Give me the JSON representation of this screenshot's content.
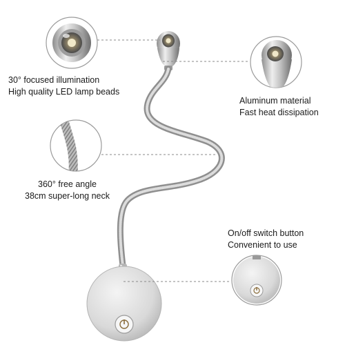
{
  "callouts": {
    "led_head": {
      "line1": "30° focused illumination",
      "line2": "High quality LED lamp beads"
    },
    "material": {
      "line1": "Aluminum material",
      "line2": "Fast heat dissipation"
    },
    "neck": {
      "line1": "360° free angle",
      "line2": "38cm super-long neck"
    },
    "switch": {
      "line1": "On/off switch button",
      "line2": "Convenient to use"
    }
  },
  "colors": {
    "background": "#ffffff",
    "text": "#1a1a1a",
    "leader_line": "#8a8a8a",
    "metal_light": "#e6e6e6",
    "metal_dark": "#7d7d7d",
    "zoom_circle_border": "#9a9a9a"
  }
}
